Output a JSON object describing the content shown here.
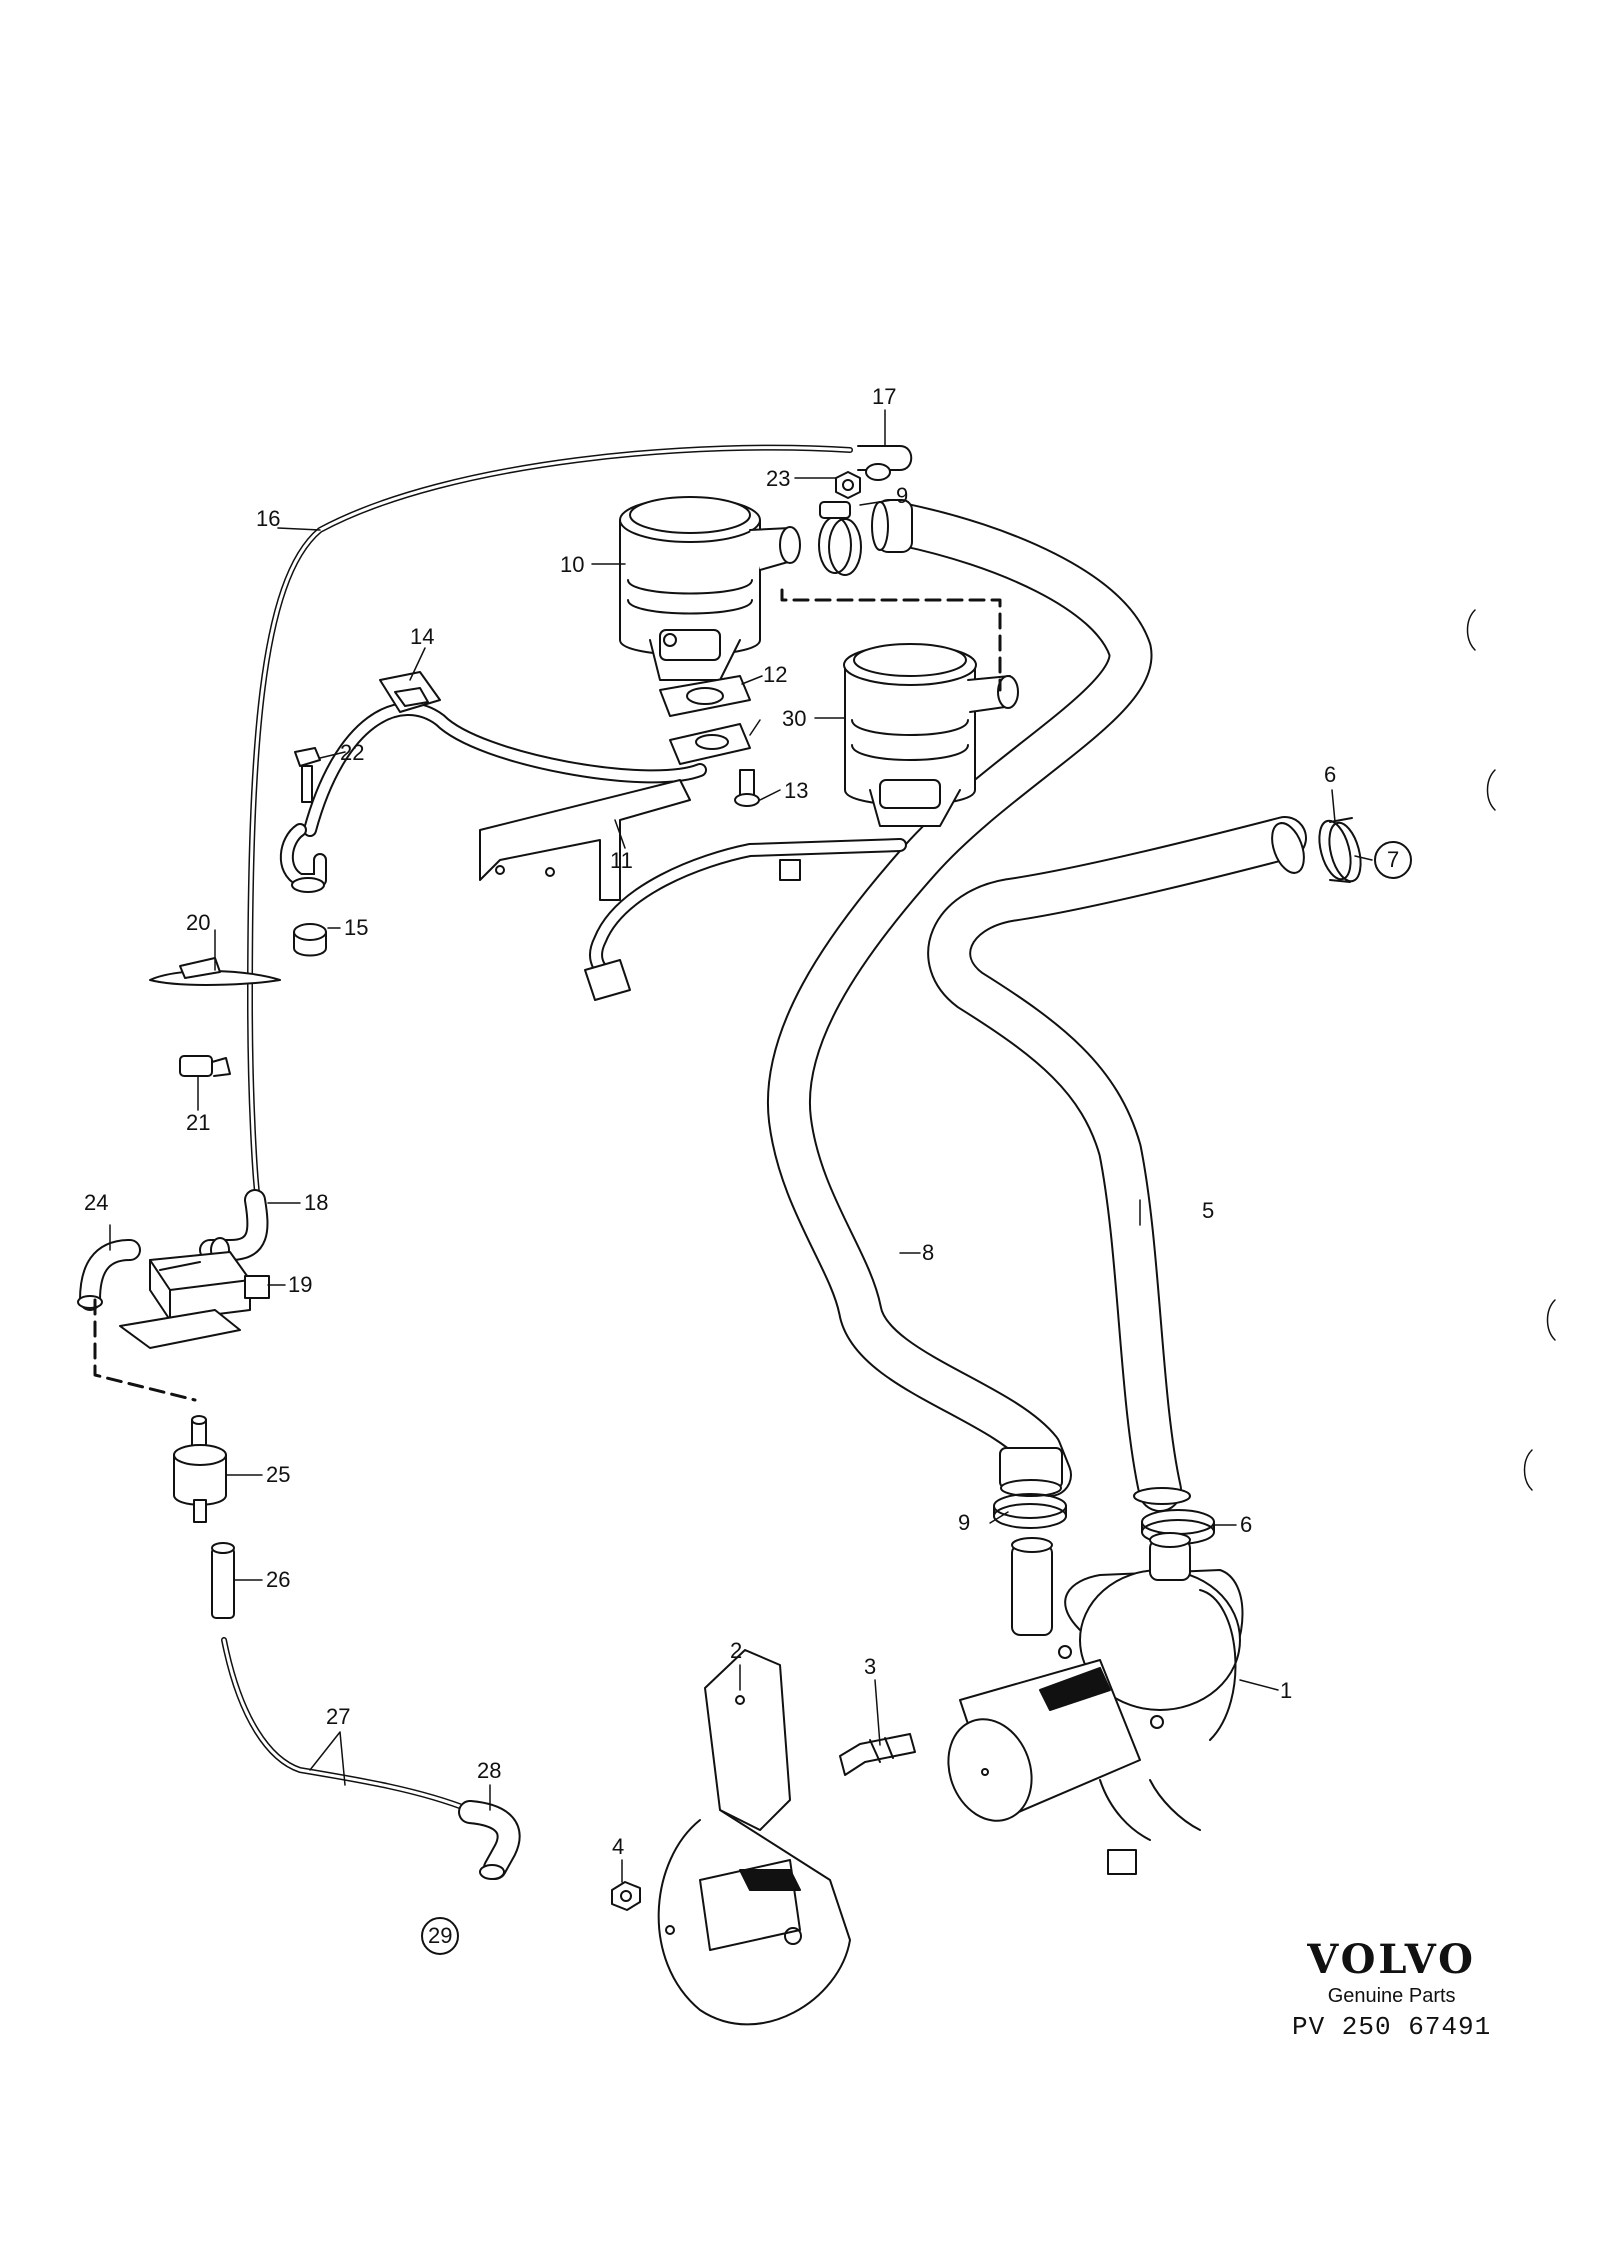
{
  "callouts": [
    {
      "id": "c1",
      "text": "1"
    },
    {
      "id": "c2",
      "text": "2"
    },
    {
      "id": "c3",
      "text": "3"
    },
    {
      "id": "c4",
      "text": "4"
    },
    {
      "id": "c5",
      "text": "5"
    },
    {
      "id": "c6a",
      "text": "6"
    },
    {
      "id": "c6b",
      "text": "6"
    },
    {
      "id": "c7",
      "text": "7"
    },
    {
      "id": "c8",
      "text": "8"
    },
    {
      "id": "c9a",
      "text": "9"
    },
    {
      "id": "c9b",
      "text": "9"
    },
    {
      "id": "c10",
      "text": "10"
    },
    {
      "id": "c11",
      "text": "11"
    },
    {
      "id": "c12",
      "text": "12"
    },
    {
      "id": "c13",
      "text": "13"
    },
    {
      "id": "c14",
      "text": "14"
    },
    {
      "id": "c15",
      "text": "15"
    },
    {
      "id": "c16",
      "text": "16"
    },
    {
      "id": "c17",
      "text": "17"
    },
    {
      "id": "c18",
      "text": "18"
    },
    {
      "id": "c19",
      "text": "19"
    },
    {
      "id": "c20",
      "text": "20"
    },
    {
      "id": "c21",
      "text": "21"
    },
    {
      "id": "c22",
      "text": "22"
    },
    {
      "id": "c23",
      "text": "23"
    },
    {
      "id": "c24",
      "text": "24"
    },
    {
      "id": "c25",
      "text": "25"
    },
    {
      "id": "c26",
      "text": "26"
    },
    {
      "id": "c27",
      "text": "27"
    },
    {
      "id": "c28",
      "text": "28"
    },
    {
      "id": "c29",
      "text": "29"
    },
    {
      "id": "c30",
      "text": "30"
    }
  ],
  "brand": {
    "logo": "VOLVO",
    "tagline": "Genuine Parts",
    "code": "PV 250 67491"
  },
  "colors": {
    "ink": "#111111",
    "paper": "#ffffff"
  }
}
